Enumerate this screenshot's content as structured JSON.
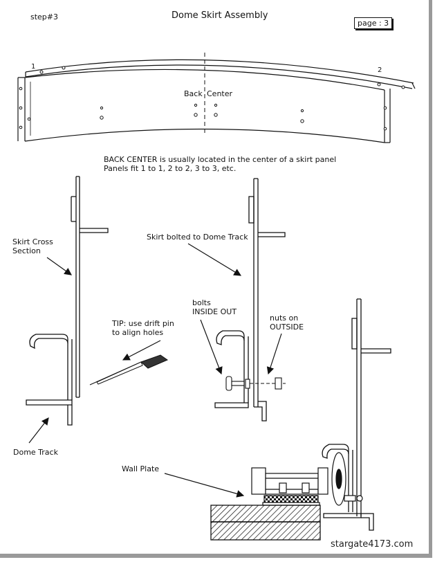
{
  "header": {
    "step": "step#3",
    "title": "Dome Skirt Assembly",
    "page": "page : 3"
  },
  "diagram": {
    "panel_numbers": [
      "1",
      "2"
    ],
    "back_label": "Back",
    "center_label": "Center",
    "note_line1": "BACK CENTER is usually located in the center of a skirt panel",
    "note_line2": "Panels fit 1 to 1, 2 to 2, 3 to 3, etc.",
    "skirt_cross_section": "Skirt Cross\nSection",
    "skirt_bolted": "Skirt bolted to Dome Track",
    "bolts_inside_out": "bolts\nINSIDE OUT",
    "nuts_outside": "nuts on\nOUTSIDE",
    "tip": "TIP: use drift pin\nto align holes",
    "dome_track": "Dome Track",
    "wall_plate": "Wall Plate"
  },
  "footer": {
    "watermark": "stargate4173.com"
  },
  "colors": {
    "ink": "#111111",
    "page_shadow": "#9a9a9a"
  }
}
